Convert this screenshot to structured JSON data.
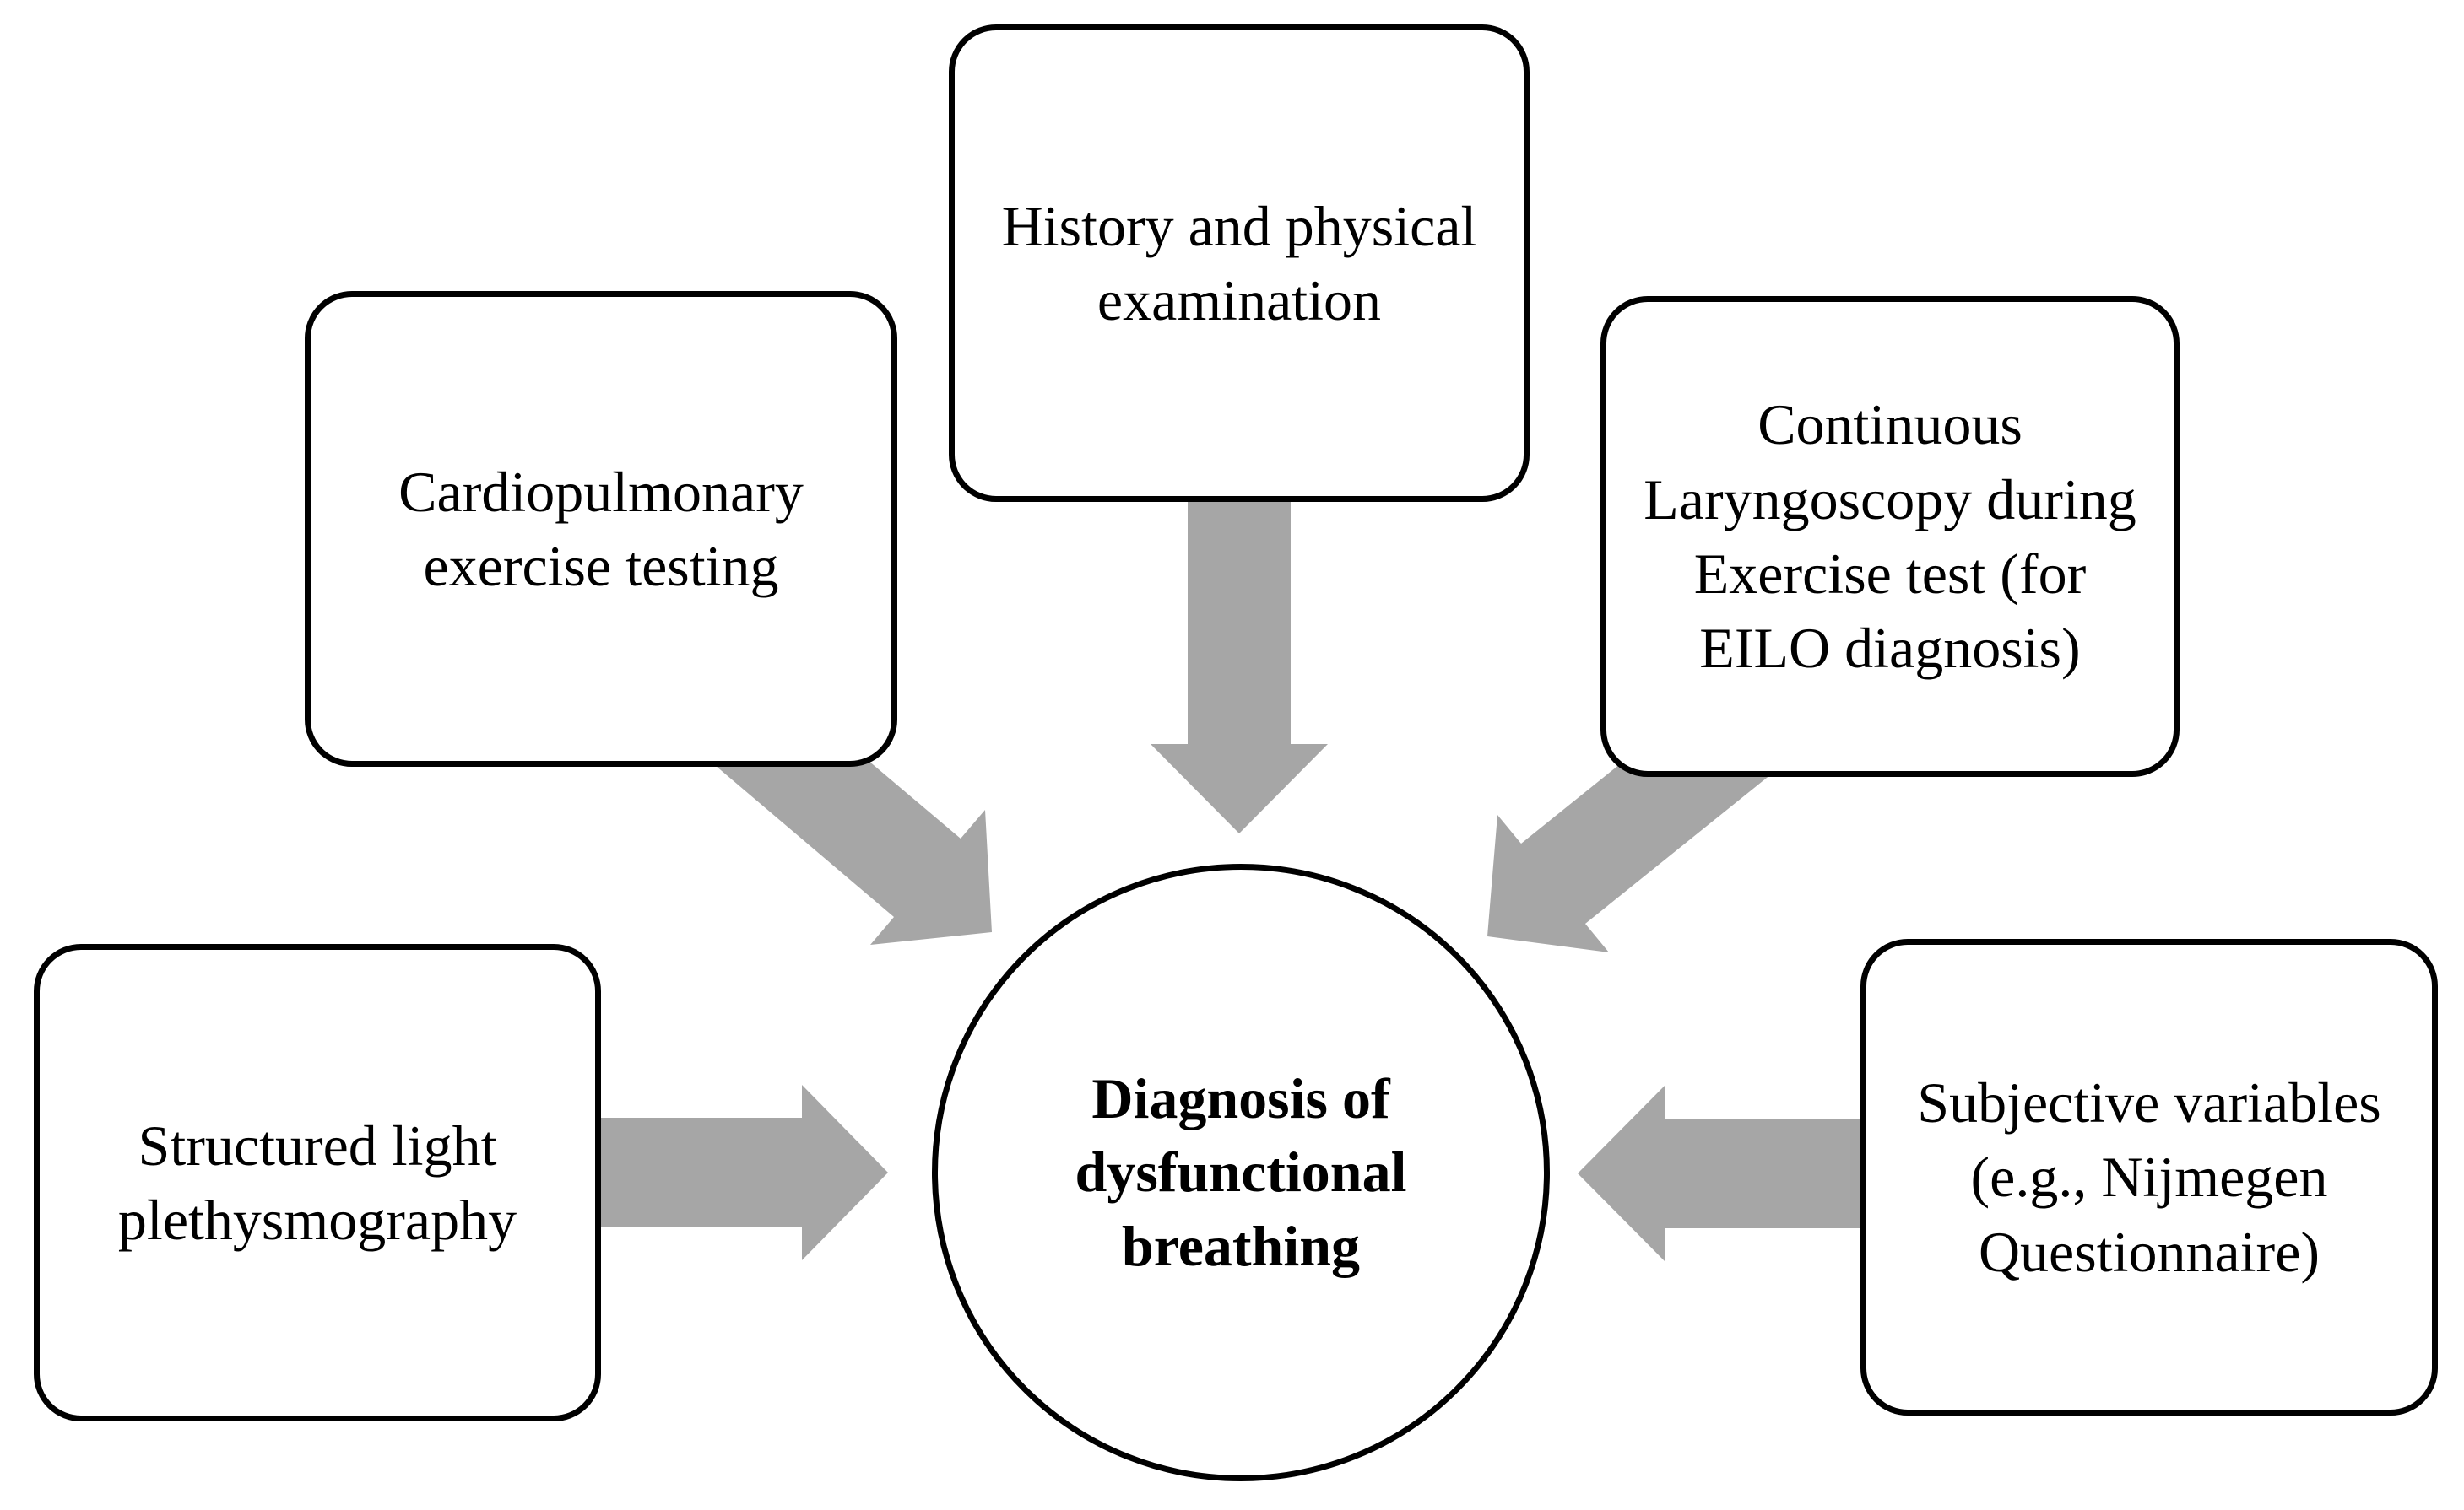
{
  "diagram": {
    "center": {
      "label": "Diagnosis of\ndysfunctional\nbreathing"
    },
    "sources": [
      {
        "id": "history-physical-exam",
        "label": "History and physical\nexamination"
      },
      {
        "id": "cardiopulmonary-exercise",
        "label": "Cardiopulmonary\nexercise testing"
      },
      {
        "id": "continuous-laryngoscopy",
        "label": "Continuous\nLaryngoscopy during\nExercise test (for\nEILO diagnosis)"
      },
      {
        "id": "structured-light-plethysmography",
        "label": "Structured light\nplethysmography"
      },
      {
        "id": "subjective-variables",
        "label": "Subjective variables\n(e.g., Nijmegen\nQuestionnaire)"
      }
    ]
  },
  "colors": {
    "arrow": "#a6a6a6",
    "border": "#000000",
    "text": "#000000",
    "background": "#ffffff"
  }
}
